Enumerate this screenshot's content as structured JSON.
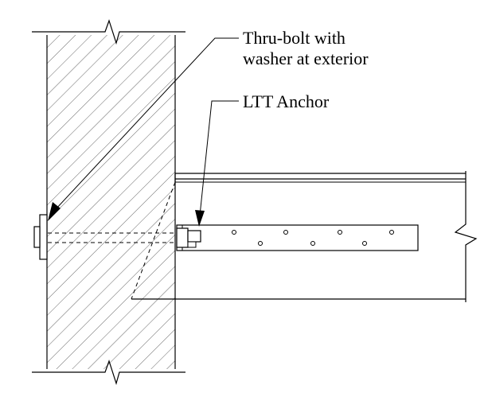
{
  "callouts": {
    "thru_bolt_line1": "Thru-bolt with",
    "thru_bolt_line2": "washer at exterior",
    "ltt_anchor": "LTT Anchor"
  },
  "colors": {
    "ink": "#000000",
    "background": "#ffffff"
  }
}
